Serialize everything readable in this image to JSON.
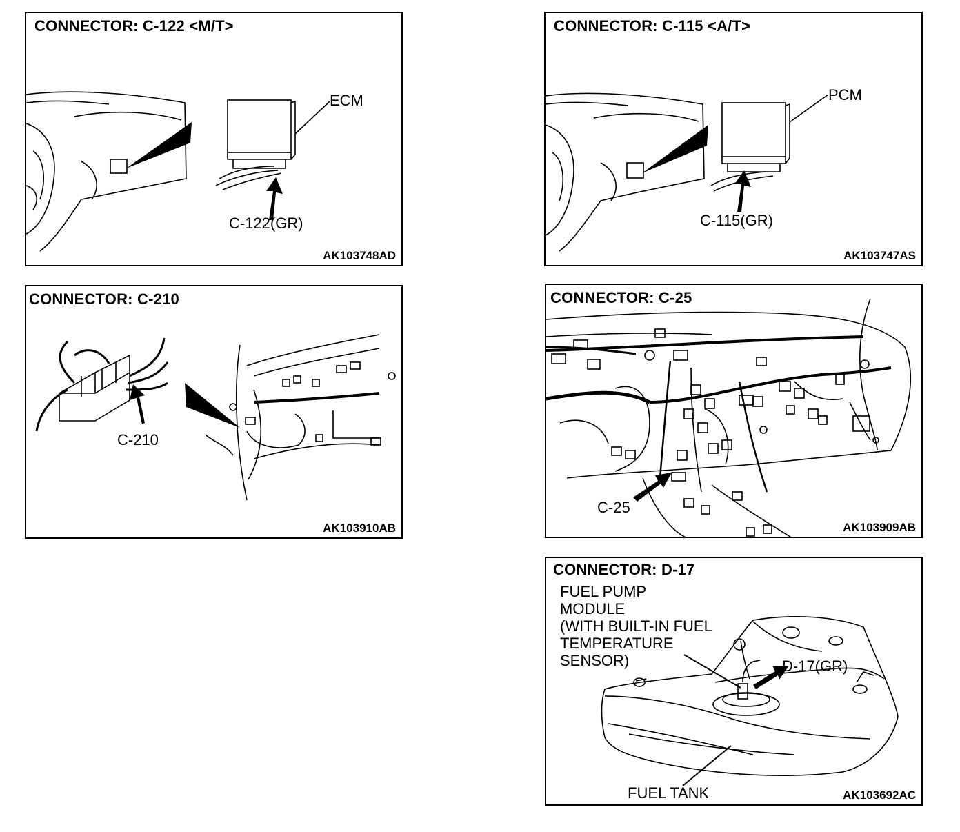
{
  "panels": {
    "c122": {
      "title": "CONNECTOR: C-122 <M/T>",
      "unit_label": "ECM",
      "connector_label": "C-122(GR)",
      "code": "AK103748AD"
    },
    "c115": {
      "title": "CONNECTOR: C-115 <A/T>",
      "unit_label": "PCM",
      "connector_label": "C-115(GR)",
      "code": "AK103747AS"
    },
    "c210": {
      "title": "CONNECTOR: C-210",
      "connector_label": "C-210",
      "code": "AK103910AB"
    },
    "c25": {
      "title": "CONNECTOR: C-25",
      "connector_label": "C-25",
      "code": "AK103909AB"
    },
    "d17": {
      "title": "CONNECTOR: D-17",
      "module_lines": [
        "FUEL PUMP",
        "MODULE",
        "(WITH BUILT-IN FUEL",
        "TEMPERATURE",
        "SENSOR)"
      ],
      "connector_label": "D-17(GR)",
      "tank_label": "FUEL TANK",
      "code": "AK103692AC"
    }
  }
}
